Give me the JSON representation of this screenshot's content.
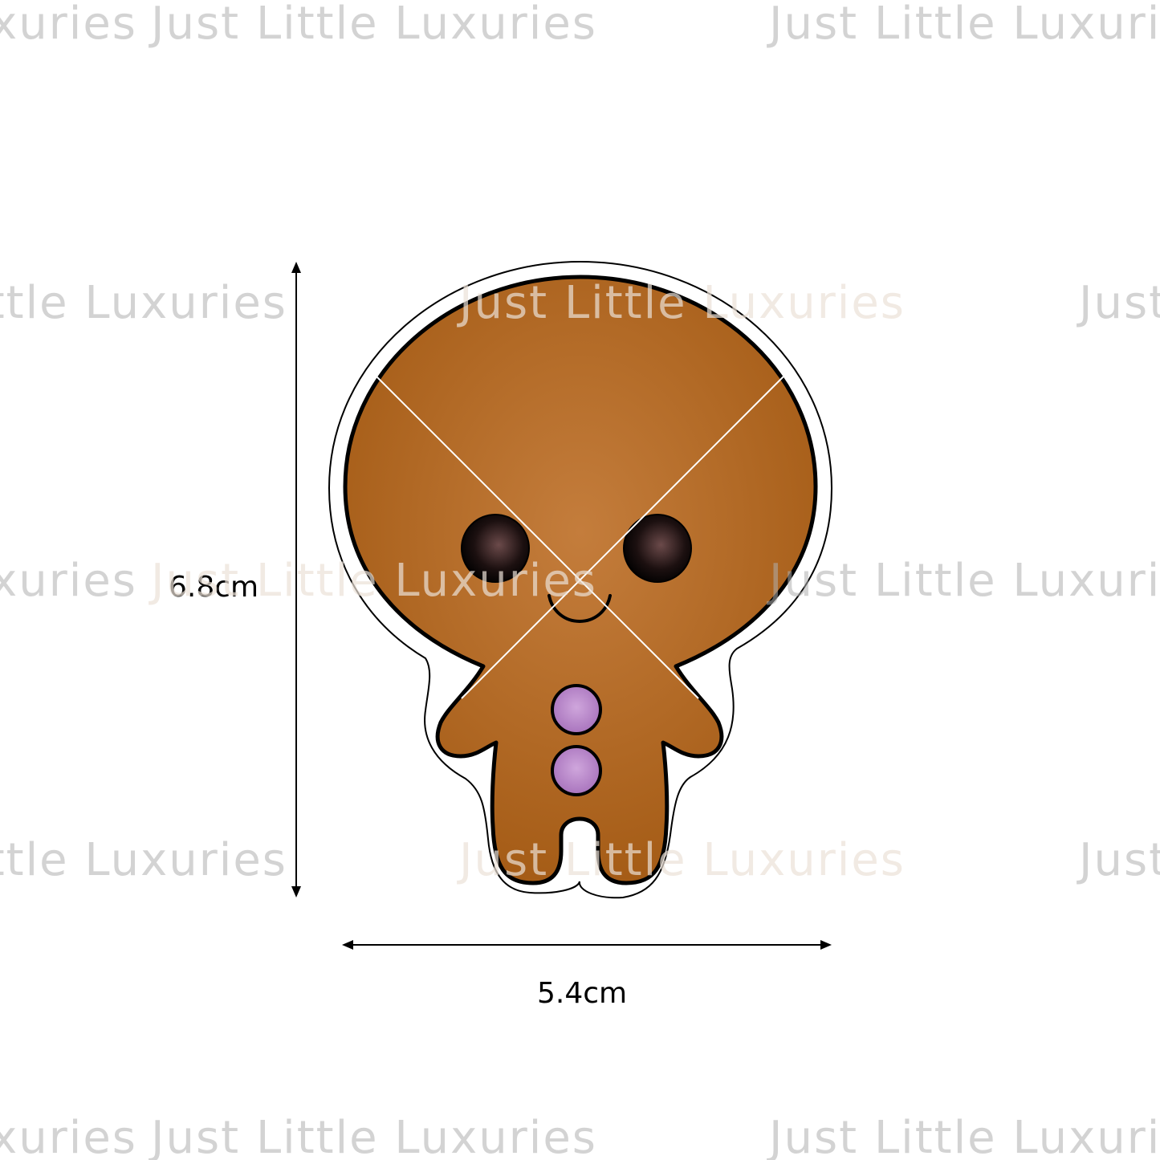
{
  "dimensions": {
    "height_label": "6.8cm",
    "width_label": "5.4cm"
  },
  "watermark": {
    "text": "Just Little Luxuries"
  },
  "colors": {
    "cookie_light": "#c47d3c",
    "cookie_dark": "#a35a14",
    "outline": "#000000",
    "cut_line": "#000000",
    "button_fill": "#b07fc2",
    "button_light": "#cfa6dc",
    "eye_highlight": "#6b4a4a",
    "watermark": "#afafaf"
  }
}
